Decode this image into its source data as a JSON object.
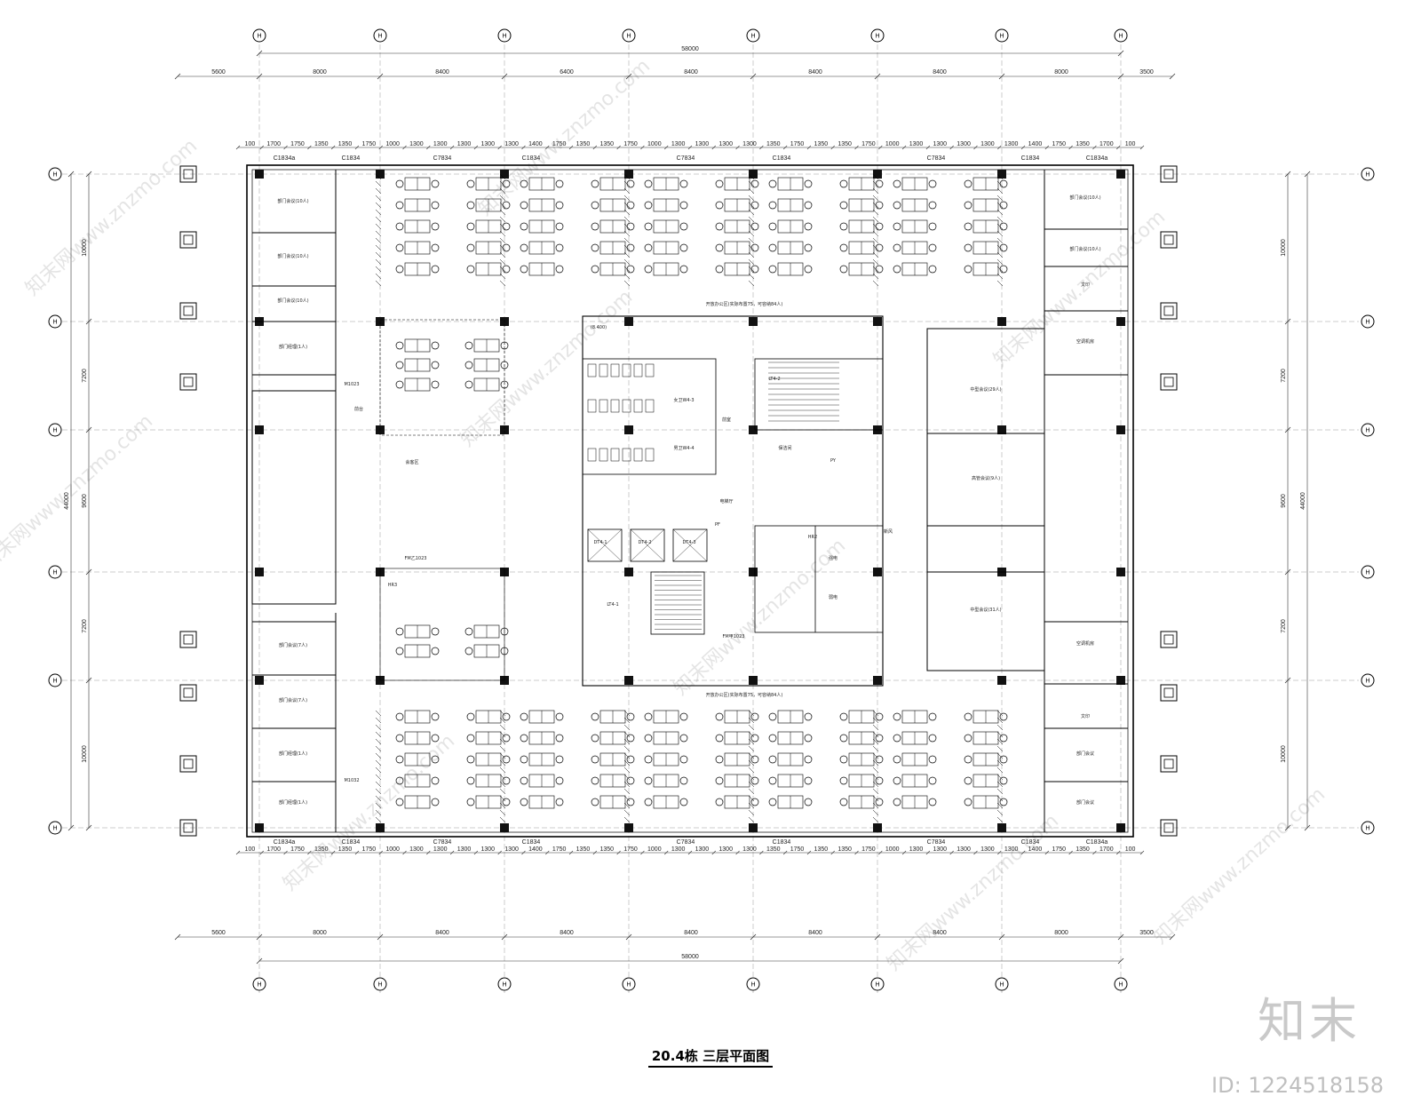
{
  "title": "20.4栋 三层平面图",
  "logo_text": "知末",
  "image_id": "ID: 1224518158",
  "watermark": "知末网www.znzmo.com",
  "axes_vertical": [
    "H",
    "H",
    "H",
    "H",
    "H",
    "H",
    "H",
    "H"
  ],
  "axes_horizontal": [
    "H",
    "H",
    "H",
    "H",
    "H",
    "H"
  ],
  "dims_top_overall": "58000",
  "dims_top_bays": [
    "5600",
    "8000",
    "8400",
    "6400",
    "8400",
    "8400",
    "8400",
    "8000",
    "3500"
  ],
  "dims_bottom_overall": "58000",
  "dims_bottom_bays": [
    "5600",
    "8000",
    "8400",
    "8400",
    "8400",
    "8400",
    "8400",
    "8000",
    "3500"
  ],
  "dims_left_overall": "44000",
  "dims_left_bays": [
    "10000",
    "7200",
    "9600",
    "7200",
    "10000"
  ],
  "dims_right_overall": "44000",
  "dims_right_bays": [
    "10000",
    "7200",
    "9600",
    "7200",
    "10000"
  ],
  "dims_top_detail": [
    "100",
    "1700",
    "1750",
    "1350",
    "1350",
    "1750",
    "1000",
    "1300",
    "1300",
    "1300",
    "1300",
    "1300",
    "1400",
    "1750",
    "1350",
    "1350",
    "1750",
    "1000",
    "1300",
    "1300",
    "1300",
    "1300",
    "1350",
    "1750",
    "1350",
    "1350",
    "1750",
    "1000",
    "1300",
    "1300",
    "1300",
    "1300",
    "1300",
    "1400",
    "1750",
    "1350",
    "1700",
    "100"
  ],
  "windows": [
    "C1834a",
    "C1834",
    "C7834",
    "C1834",
    "C7834",
    "C1834",
    "C7834",
    "C1834",
    "C1834a"
  ],
  "room_labels_left": [
    "部门会议(10人)",
    "部门会议(10人)",
    "部门会议(10人)",
    "部门经理(1人)",
    "前台",
    "会客区",
    "部门会议(7人)",
    "部门会议(7人)",
    "部门经理(1人)",
    "部门经理(1人)"
  ],
  "room_labels_right": [
    "部门会议(10人)",
    "部门会议(10人)",
    "文印",
    "空调机房",
    "中型会议(29人)",
    "高管会议(9人)",
    "中型会议(31人)",
    "空调机房",
    "文印",
    "部门会议",
    "部门会议"
  ],
  "core_labels": [
    "LT4-1",
    "LT4-2",
    "DT4-1",
    "DT4-2",
    "DT4-3",
    "HR2",
    "HR3",
    "PF",
    "PY",
    "FM乙1023",
    "FM甲1023",
    "M1023",
    "M1032",
    "强电",
    "弱电",
    "电梯厅",
    "新风",
    "(8.400)",
    "女卫W4-3",
    "男卫W4-4",
    "前室",
    "保洁间"
  ],
  "notes": [
    "开放办公区(实际布置75，可容纳84人)",
    "开放办公区(实际布置75，可容纳84人)"
  ]
}
